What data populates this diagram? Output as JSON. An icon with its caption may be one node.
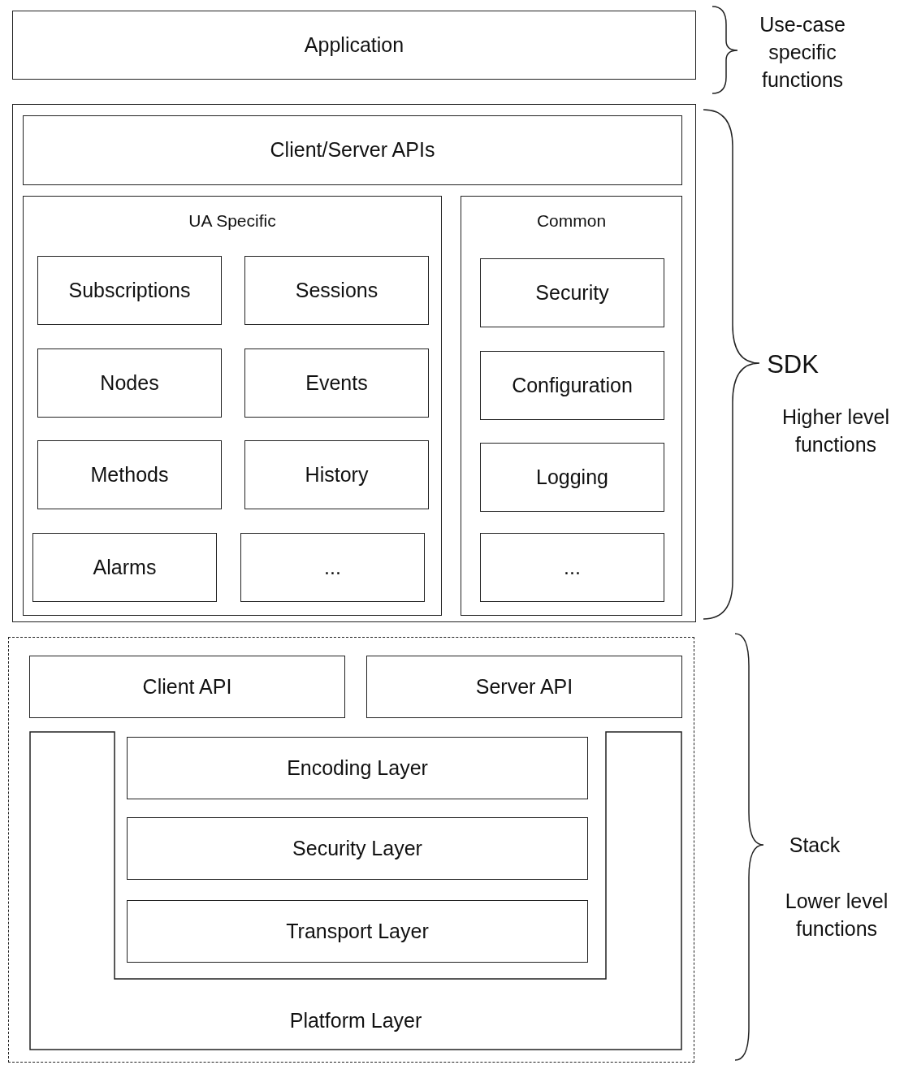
{
  "diagram": {
    "nodes": [
      {
        "text": [
          "Application"
        ]
      },
      {
        "text": [],
        "shape": "box"
      },
      {
        "text": [
          "Client/Server APIs"
        ],
        "in": 1
      },
      {
        "text": [
          "UA Specific"
        ],
        "in": 1
      },
      {
        "text": [
          "Subscriptions"
        ],
        "in": 3
      },
      {
        "text": [
          "Sessions"
        ],
        "in": 3
      },
      {
        "text": [
          "Nodes"
        ],
        "in": 3
      },
      {
        "text": [
          "Events"
        ],
        "in": 3
      },
      {
        "text": [
          "Methods"
        ],
        "in": 3
      },
      {
        "text": [
          "History"
        ],
        "in": 3
      },
      {
        "text": [
          "Alarms"
        ],
        "in": 3
      },
      {
        "text": [
          "..."
        ],
        "in": 3
      },
      {
        "text": [
          "Common"
        ],
        "in": 1
      },
      {
        "text": [
          "Security"
        ],
        "in": 12
      },
      {
        "text": [
          "Configuration"
        ],
        "in": 12
      },
      {
        "text": [
          "Logging"
        ],
        "in": 12
      },
      {
        "text": [
          "..."
        ],
        "in": 12
      },
      {
        "text": [],
        "shape": "box"
      },
      {
        "text": [
          "Client API"
        ],
        "in": 17
      },
      {
        "text": [
          "Server API"
        ],
        "in": 17
      },
      {
        "text": [
          "Platform Layer"
        ],
        "in": 17
      },
      {
        "text": [
          "Encoding Layer"
        ],
        "in": 17
      },
      {
        "text": [
          "Security Layer"
        ],
        "in": 17
      },
      {
        "text": [
          "Transport Layer"
        ],
        "in": 17
      }
    ],
    "labels": [
      "Use-case specific functions",
      "SDK",
      "Higher level functions",
      "Stack",
      "Lower level functions"
    ]
  }
}
